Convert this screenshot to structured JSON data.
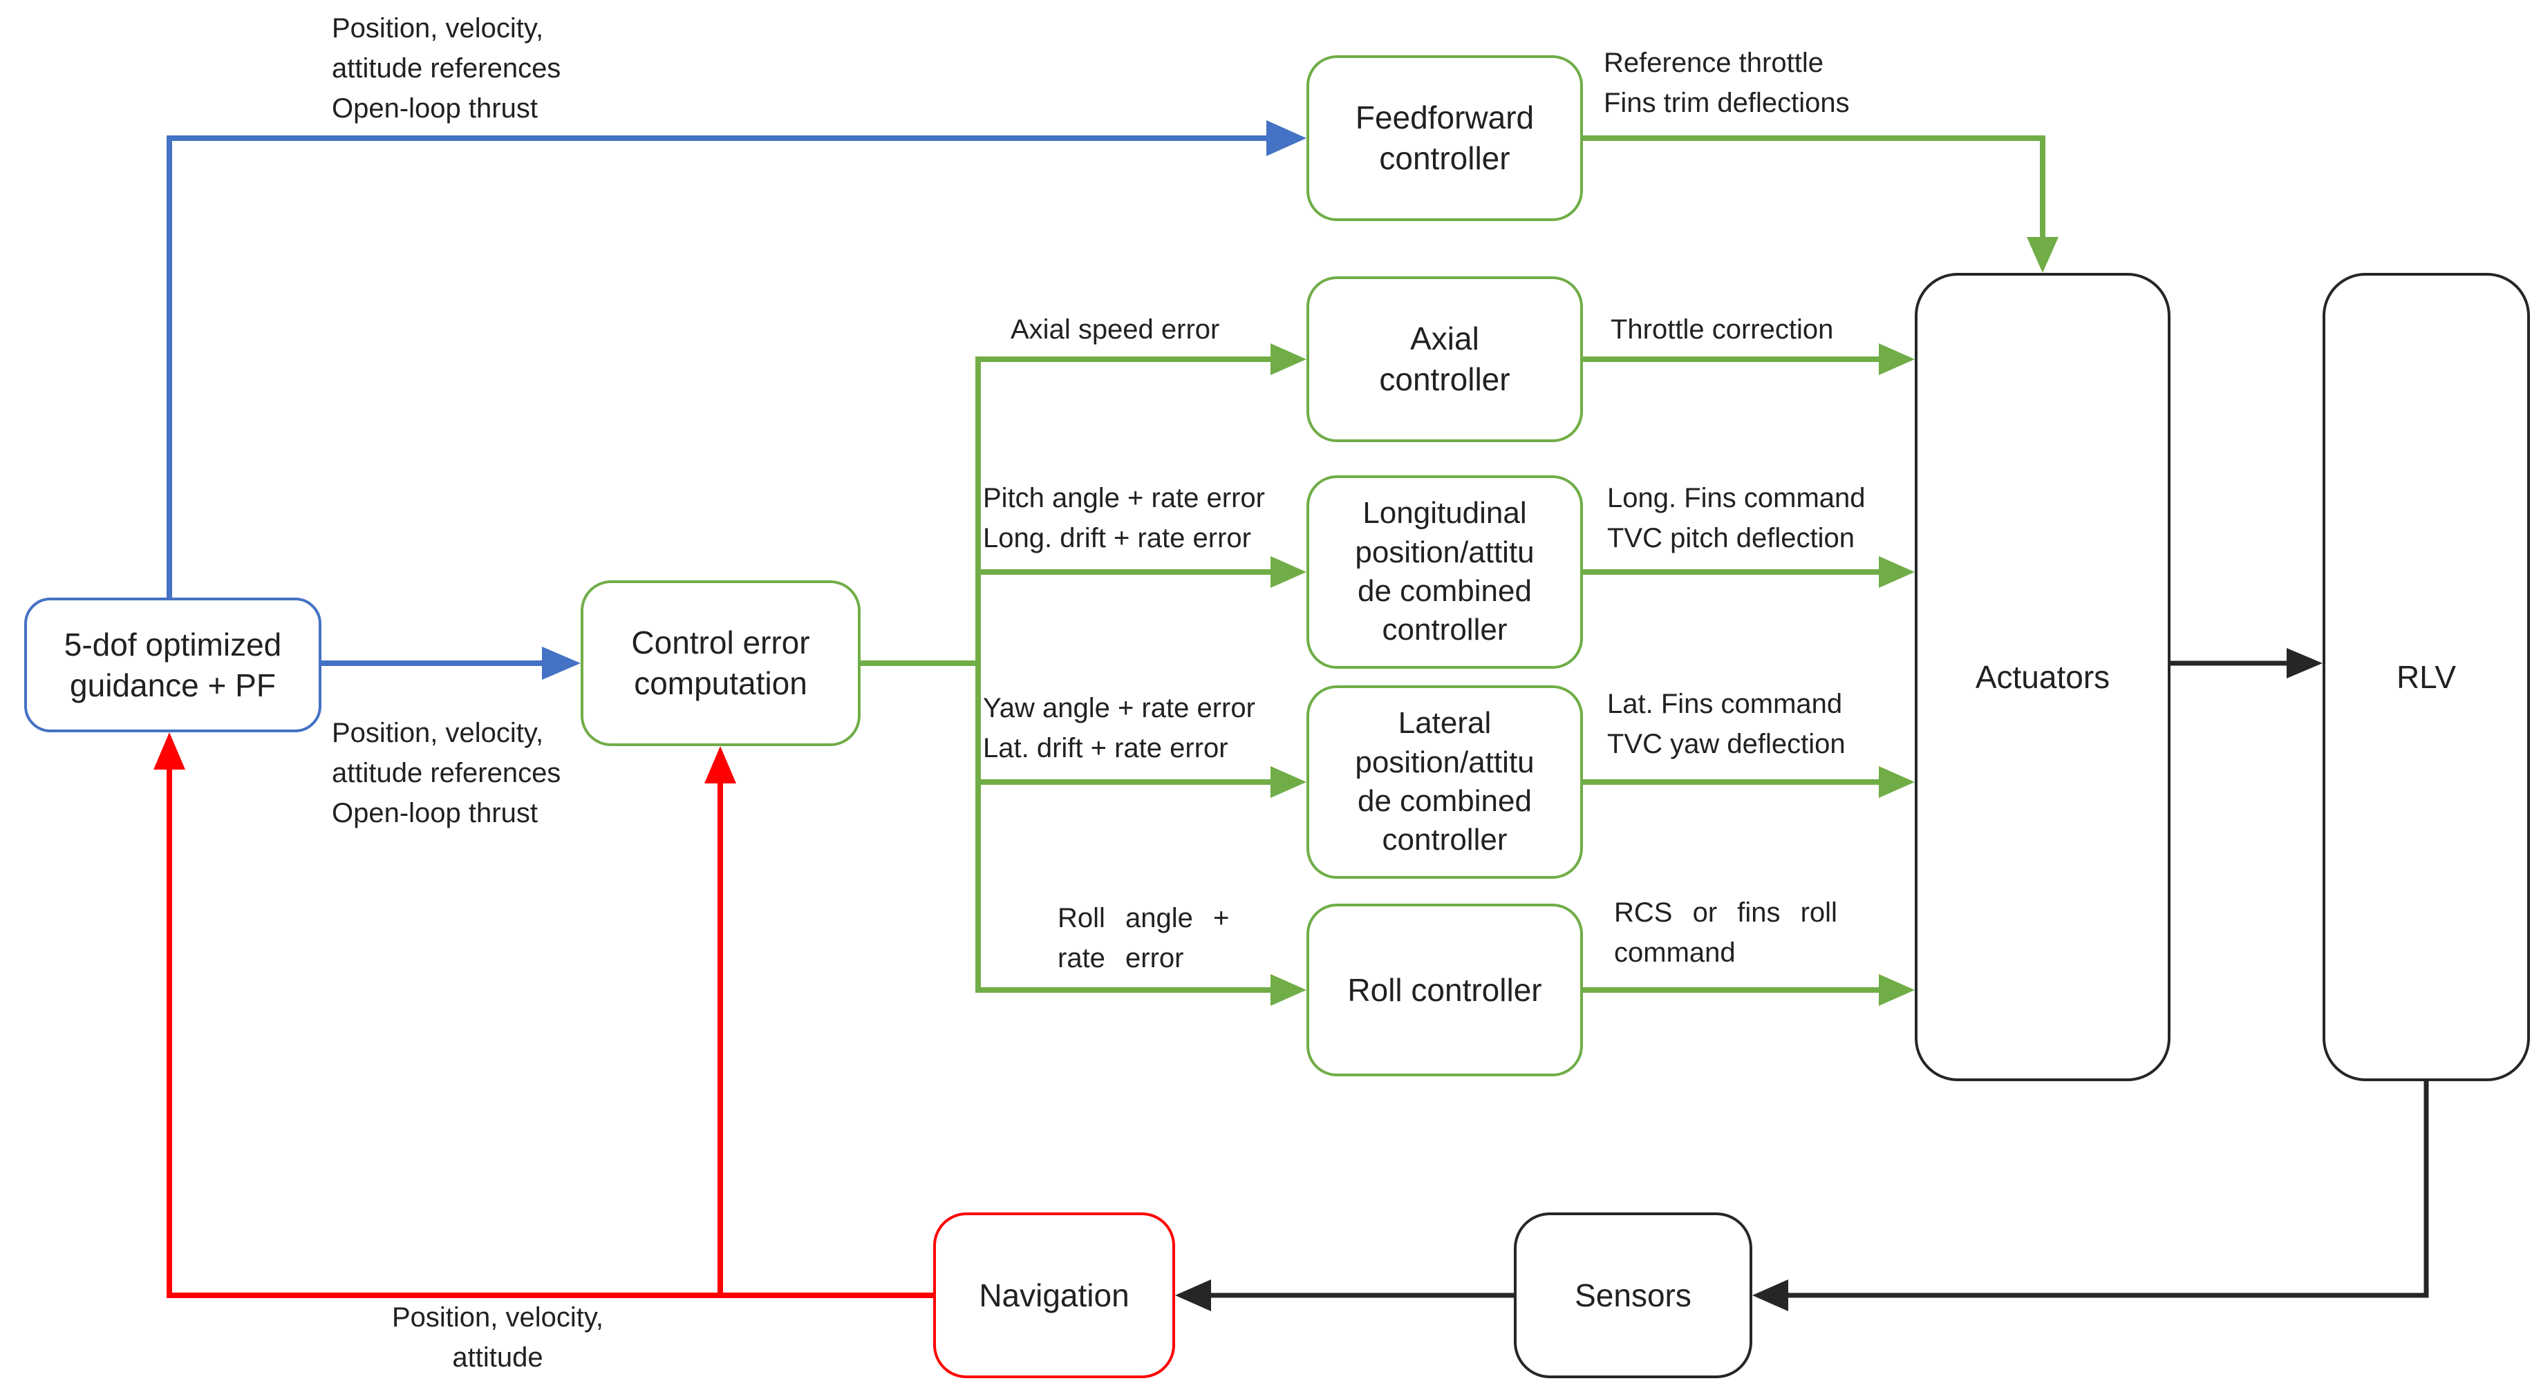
{
  "colors": {
    "reference_blue": "#4472C4",
    "control_green": "#70AD47",
    "feedback_red": "#FF0000",
    "plant_black": "#262626",
    "text_color": "#212121"
  },
  "boxes": {
    "guidance": {
      "label": "5-dof optimized\nguidance + PF"
    },
    "control_error": {
      "label": "Control error\ncomputation"
    },
    "feedforward": {
      "label": "Feedforward\ncontroller"
    },
    "axial": {
      "label": "Axial\ncontroller"
    },
    "longitudinal": {
      "label": "Longitudinal\nposition/attitu\nde combined\ncontroller"
    },
    "lateral": {
      "label": "Lateral\nposition/attitu\nde combined\ncontroller"
    },
    "roll": {
      "label": "Roll controller"
    },
    "actuators": {
      "label": "Actuators"
    },
    "rlv": {
      "label": "RLV"
    },
    "navigation": {
      "label": "Navigation"
    },
    "sensors": {
      "label": "Sensors"
    }
  },
  "labels": {
    "top_reference": "Position, velocity,\nattitude references\nOpen-loop thrust",
    "feedforward_out": "Reference throttle\nFins trim deflections",
    "axial_in": "Axial speed error",
    "axial_out": "Throttle correction",
    "longitudinal_in": "Pitch angle + rate error\nLong. drift + rate error",
    "longitudinal_out": "Long. Fins command\nTVC pitch deflection",
    "lateral_in": "Yaw angle + rate error\nLat. drift + rate error",
    "lateral_out": "Lat. Fins command\nTVC yaw deflection",
    "roll_in": "Roll angle +\nrate error",
    "roll_out": "RCS or fins roll\ncommand",
    "mid_reference": "Position, velocity,\nattitude references\nOpen-loop thrust",
    "nav_out": "Position, velocity,\nattitude"
  }
}
